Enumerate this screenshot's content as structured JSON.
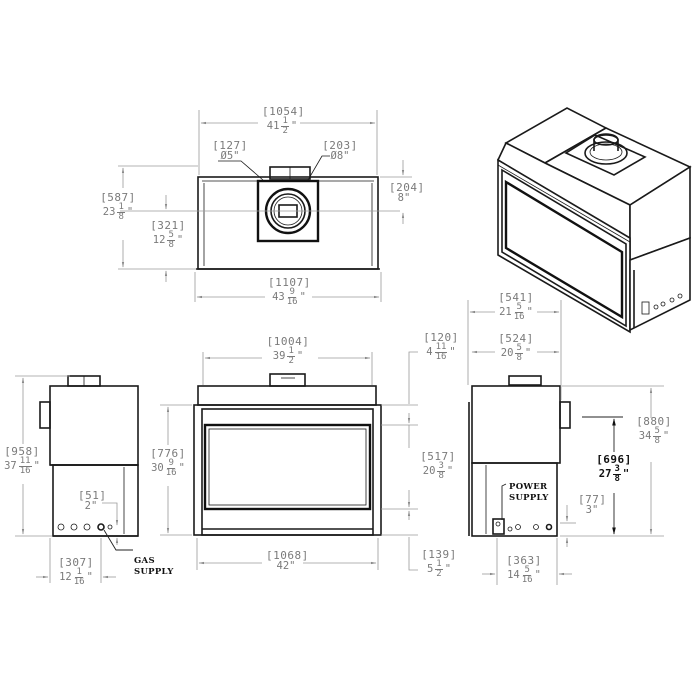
{
  "drawing": {
    "title": "Fireplace dimension drawing",
    "views": [
      "top-view",
      "isometric-view",
      "left-side-view",
      "front-view",
      "right-side-view"
    ]
  },
  "dimensions": {
    "top_width": {
      "mm": "[1054]",
      "whole": "41",
      "num": "1",
      "den": "2",
      "unit": "\""
    },
    "vent_inner": {
      "mm": "[127]",
      "text": "Ø5\""
    },
    "vent_outer": {
      "mm": "[203]",
      "text": "Ø8\""
    },
    "top_depth": {
      "mm": "[587]",
      "whole": "23",
      "num": "1",
      "den": "8",
      "unit": "\""
    },
    "vent_center_depth": {
      "mm": "[321]",
      "whole": "12",
      "num": "5",
      "den": "8",
      "unit": "\""
    },
    "vent_offset": {
      "mm": "[204]",
      "text": "8\""
    },
    "overall_width": {
      "mm": "[1107]",
      "whole": "43",
      "num": "9",
      "den": "16",
      "unit": "\""
    },
    "front_top_width": {
      "mm": "[1004]",
      "whole": "39",
      "num": "1",
      "den": "2",
      "unit": "\""
    },
    "overall_height": {
      "mm": "[958]",
      "whole": "37",
      "num": "11",
      "den": "16",
      "unit": "\""
    },
    "front_frame_h": {
      "mm": "[776]",
      "whole": "30",
      "num": "9",
      "den": "16",
      "unit": "\""
    },
    "gas_height": {
      "mm": "[51]",
      "text": "2\""
    },
    "gas_offset": {
      "mm": "[307]",
      "whole": "12",
      "num": "1",
      "den": "16",
      "unit": "\""
    },
    "front_width": {
      "mm": "[1068]",
      "text": "42\""
    },
    "top_gap": {
      "mm": "[120]",
      "whole": "4",
      "num": "11",
      "den": "16",
      "unit": "\""
    },
    "glass_height": {
      "mm": "[517]",
      "whole": "20",
      "num": "3",
      "den": "8",
      "unit": "\""
    },
    "bottom_gap": {
      "mm": "[139]",
      "whole": "5",
      "num": "1",
      "den": "2",
      "unit": "\""
    },
    "side_depth_outer": {
      "mm": "[541]",
      "whole": "21",
      "num": "5",
      "den": "16",
      "unit": "\""
    },
    "side_depth_inner": {
      "mm": "[524]",
      "whole": "20",
      "num": "5",
      "den": "8",
      "unit": "\""
    },
    "side_height": {
      "mm": "[880]",
      "whole": "34",
      "num": "5",
      "den": "8",
      "unit": "\""
    },
    "vent_center_h": {
      "mm": "[696]",
      "whole": "27",
      "num": "3",
      "den": "8",
      "unit": "\""
    },
    "power_height": {
      "mm": "[77]",
      "text": "3\""
    },
    "power_offset": {
      "mm": "[363]",
      "whole": "14",
      "num": "5",
      "den": "16",
      "unit": "\""
    }
  },
  "callouts": {
    "gas_supply": {
      "line1": "GAS",
      "line2": "SUPPLY"
    },
    "power_supply": {
      "line1": "POWER",
      "line2": "SUPPLY"
    }
  }
}
